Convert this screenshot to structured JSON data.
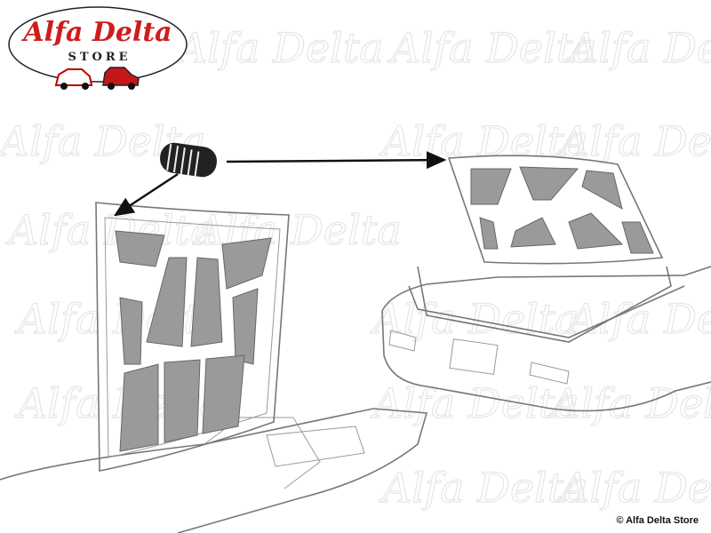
{
  "logo": {
    "title": "Alfa Delta",
    "subtitle": "STORE"
  },
  "watermark": "Alfa Delta",
  "copyright": "© Alfa Delta Store",
  "colors": {
    "brand_red": "#d01c1c",
    "line_gray": "#777777",
    "panel_gray": "#9a9a9a"
  }
}
